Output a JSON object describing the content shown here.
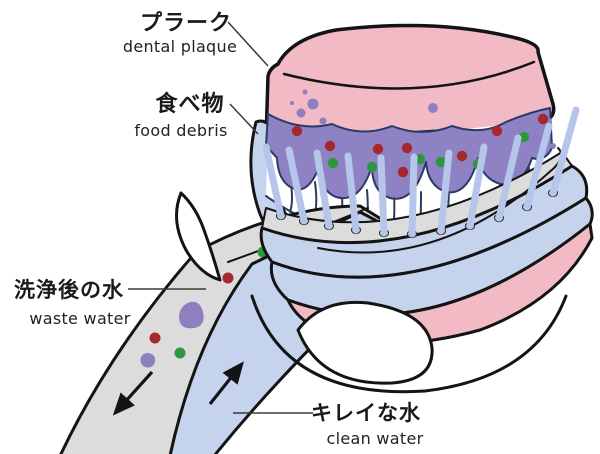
{
  "diagram": {
    "title_hint": "mouthpiece water-flosser cleaning diagram",
    "labels": {
      "plaque": {
        "jp": "プラーク",
        "en": "dental plaque"
      },
      "food_debris": {
        "jp": "食べ物",
        "en": "food debris"
      },
      "waste_water": {
        "jp": "洗浄後の水",
        "en": "waste water"
      },
      "clean_water": {
        "jp": "キレイな水",
        "en": "clean water"
      }
    },
    "flows": {
      "waste": {
        "name": "waste water flow",
        "direction": "down-left"
      },
      "clean": {
        "name": "clean water flow",
        "direction": "up-right"
      }
    },
    "colors": {
      "gum_pink": "#f2bac4",
      "plaque_purple": "#8e82c4",
      "device_blue": "#c5d4ec",
      "water_jet_blue": "#b6c6ea",
      "waste_channel_gray": "#dcdcdc",
      "debris_red": "#a5282c",
      "debris_green": "#2f9640",
      "tooth_line_navy": "#2b3a66",
      "outline_black": "#141414"
    }
  }
}
